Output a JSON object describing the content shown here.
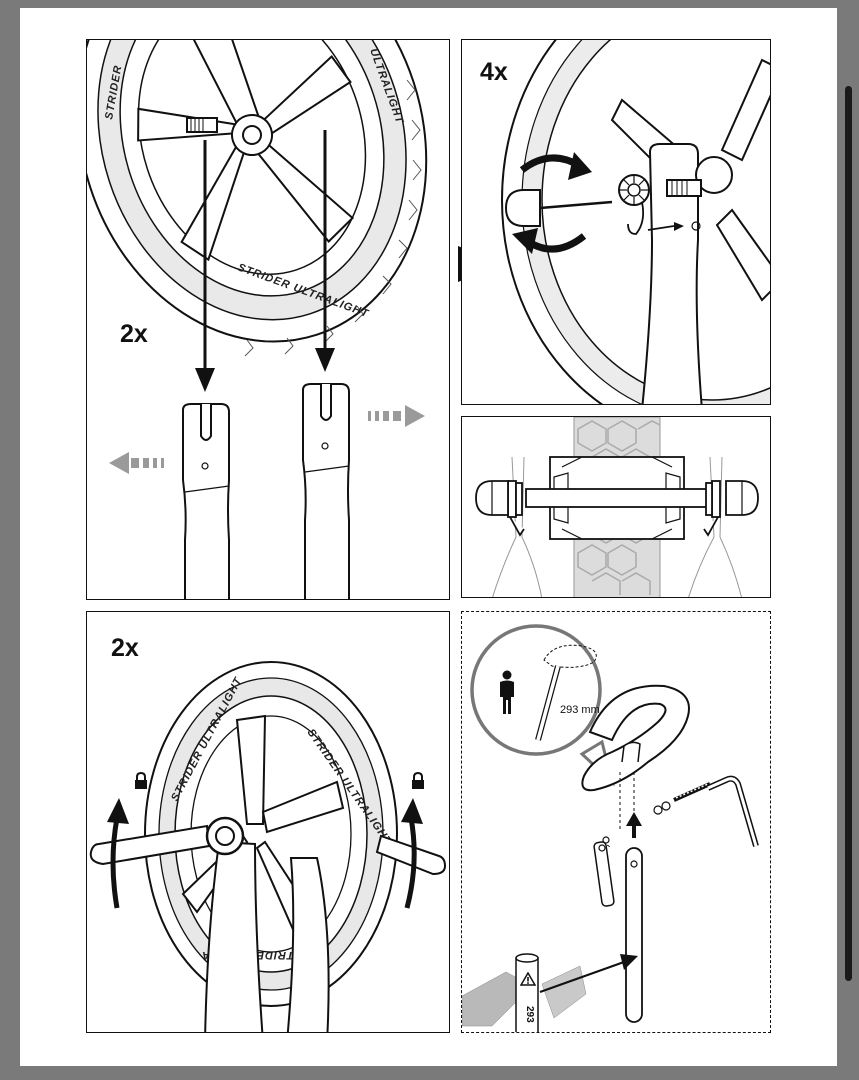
{
  "document": {
    "step_labels": {
      "top_left": "2x",
      "top_right": "4x",
      "bottom_left": "2x"
    },
    "tire_brand_text": [
      "STRIDER",
      "ULTRALIGHT"
    ],
    "seat_height_label": "293 mm",
    "seat_post_mark": "293",
    "icons": [
      "arrow-right-icon",
      "lock-icon",
      "warning-icon",
      "person-icon",
      "rotate-icon"
    ],
    "colors": {
      "background": "#7a7a7a",
      "page": "#ffffff",
      "line": "#111111",
      "gray_arrow": "#9a9a9a",
      "tread_gray": "#d8d8d8"
    }
  }
}
